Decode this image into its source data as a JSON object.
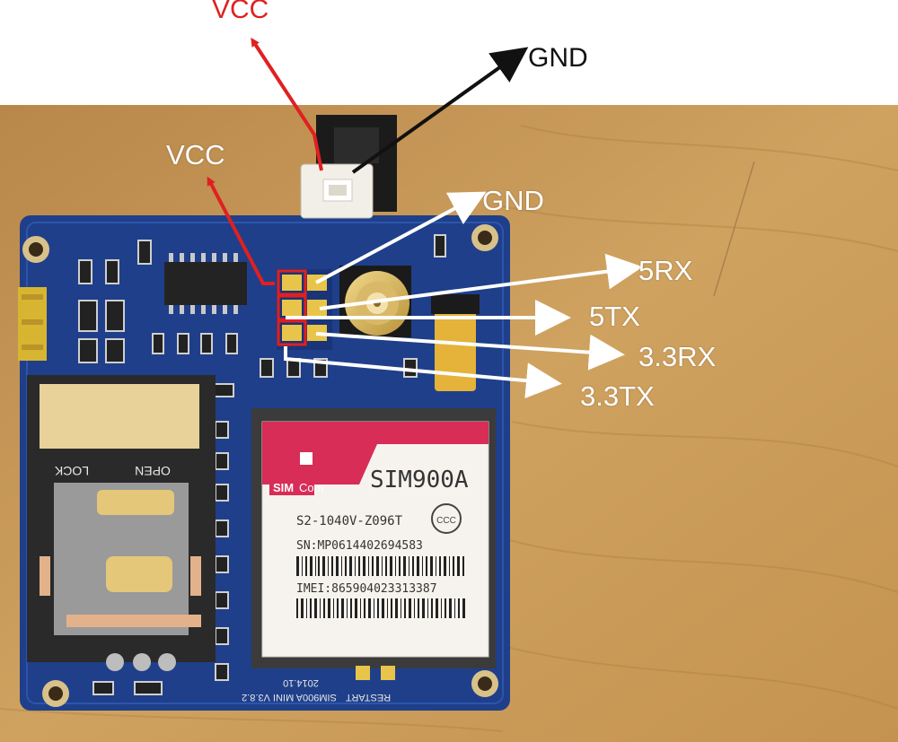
{
  "labels": {
    "vcc_top": "VCC",
    "gnd_top": "GND",
    "vcc_board": "VCC",
    "gnd_board": "GND",
    "rx5": "5RX",
    "tx5": "5TX",
    "rx33": "3.3RX",
    "tx33": "3.3TX"
  },
  "module": {
    "brand_sim": "SIM",
    "brand_com": "Com",
    "model": "SIM900A",
    "part": "S2-1040V-Z096T",
    "sn": "SN:MP0614402694583",
    "imei": "IMEI:865904023313387",
    "ccc": "CCC"
  },
  "board": {
    "sim_open": "OPEN",
    "sim_lock": "LOCK",
    "silk_bottom": "SIM900A MINI V3.8.2",
    "silk_date": "2014.10",
    "silk_reset": "RESTART"
  },
  "colors": {
    "arrow_red": "#e02020",
    "arrow_black": "#111111",
    "arrow_white": "#ffffff",
    "pcb": "#1f3f8a",
    "wood": "#c89a55"
  }
}
